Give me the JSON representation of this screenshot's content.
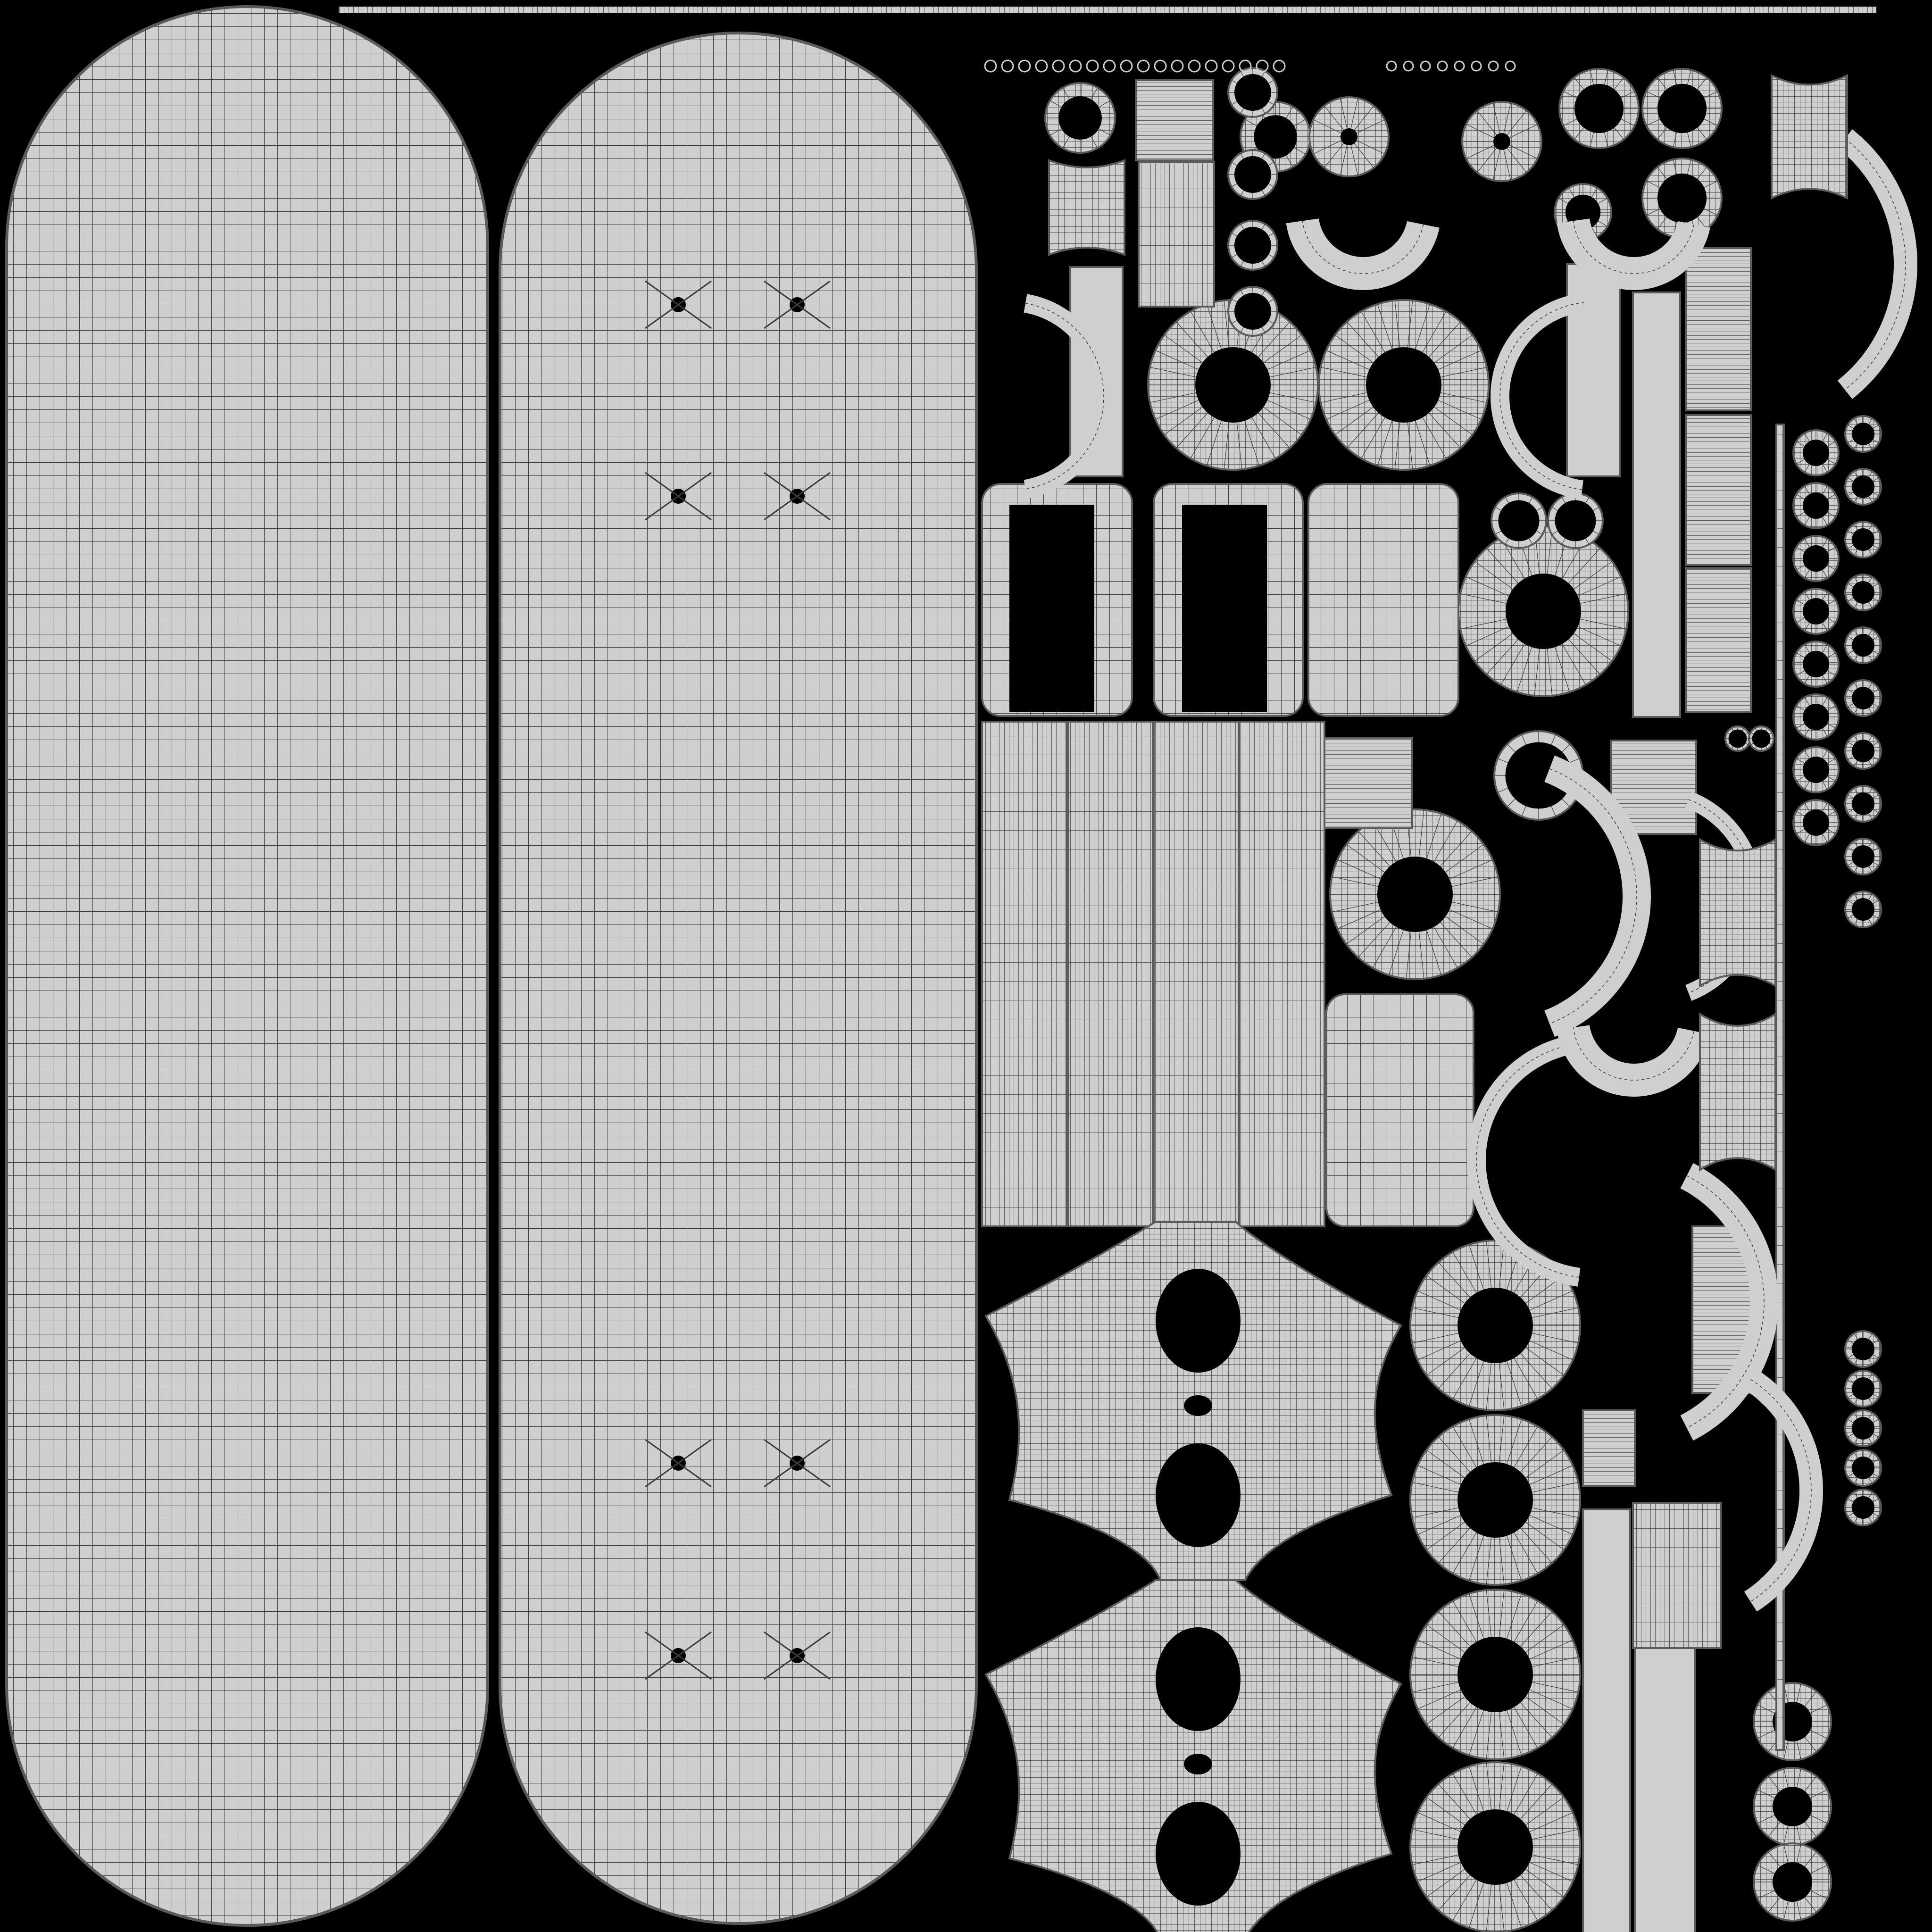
{
  "colors": {
    "background": "#000000",
    "island_fill": "#cfcfcf",
    "wire": "#3a3a3a",
    "outline": "#5a5a5a",
    "ring_fill": "#d4d4d4",
    "hole": "#000000"
  },
  "description_free": true,
  "islands": {
    "deck_top": {
      "kind": "deck",
      "grid_cols": 30,
      "grid_rows": 62
    },
    "deck_bottom": {
      "kind": "deck",
      "grid_cols": 30,
      "grid_rows": 62,
      "bolt_holes": 8
    },
    "truck_shapes": {
      "kind": "truck",
      "count": 2
    },
    "wheels_large": {
      "kind": "ring",
      "count": 9
    },
    "wheels_small": {
      "kind": "ring",
      "count": 40
    },
    "panels": {
      "kind": "rect",
      "count": 30
    }
  }
}
